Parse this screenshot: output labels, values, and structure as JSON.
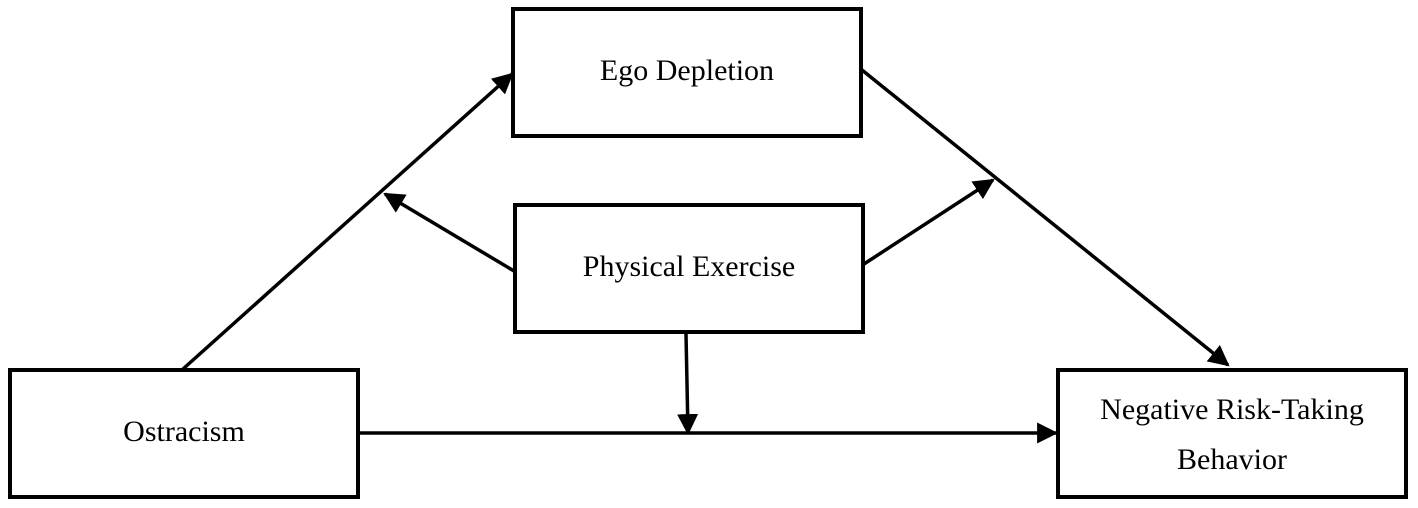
{
  "diagram": {
    "nodes": {
      "ego_depletion": {
        "label": "Ego Depletion"
      },
      "physical_exercise": {
        "label": "Physical Exercise"
      },
      "ostracism": {
        "label": "Ostracism"
      },
      "negative_risk_taking": {
        "line1": "Negative Risk-Taking",
        "line2": "Behavior"
      }
    },
    "edges": [
      {
        "from": "Ostracism",
        "to": "Ego Depletion"
      },
      {
        "from": "Ego Depletion",
        "to": "Negative Risk-Taking Behavior"
      },
      {
        "from": "Ostracism",
        "to": "Negative Risk-Taking Behavior"
      },
      {
        "from": "Physical Exercise",
        "to": "path: Ostracism → Ego Depletion"
      },
      {
        "from": "Physical Exercise",
        "to": "path: Ego Depletion → Negative Risk-Taking Behavior"
      },
      {
        "from": "Physical Exercise",
        "to": "path: Ostracism → Negative Risk-Taking Behavior"
      }
    ]
  }
}
